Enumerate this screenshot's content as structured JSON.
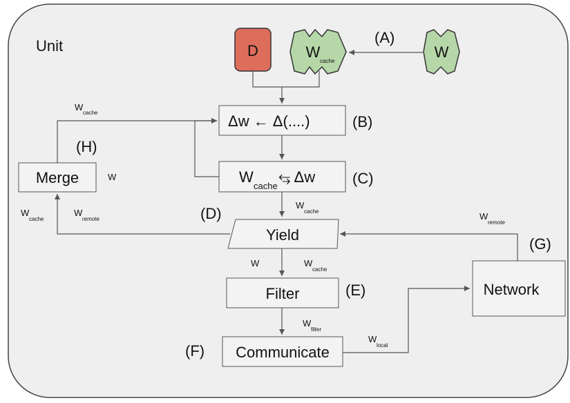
{
  "unit_title": "Unit",
  "nodes": {
    "d": "D",
    "w_cache_main": "W",
    "w_cache_main_sub": "cache",
    "w_external": "W",
    "compute": "Δw ← Δ(....)",
    "update_main": "W",
    "update_sub": "cache",
    "update_rest": " ⥃ Δw",
    "merge": "Merge",
    "yield": "Yield",
    "filter": "Filter",
    "communicate": "Communicate",
    "network": "Network"
  },
  "step_labels": {
    "a": "(A)",
    "b": "(B)",
    "c": "(C)",
    "d": "(D)",
    "e": "(E)",
    "f": "(F)",
    "g": "(G)",
    "h": "(H)"
  },
  "edge_labels": {
    "wcache_top_main": "W",
    "wcache_top_sub": "cache",
    "merge_w": "W",
    "wcache_left_main": "W",
    "wcache_left_sub": "cache",
    "wremote_left_main": "W",
    "wremote_left_sub": "remote",
    "wcache_yield_main": "W",
    "wcache_yield_sub": "cache",
    "w_filter_in": "W",
    "wcache_filter_main": "W",
    "wcache_filter_sub": "cache",
    "wfilter_main": "W",
    "wfilter_sub": "filter",
    "wlocal_main": "W",
    "wlocal_sub": "local",
    "wremote_right_main": "W",
    "wremote_right_sub": "remote"
  },
  "colors": {
    "d_fill": "#dd6e5c",
    "w_fill": "#b6d7a8",
    "unit_bg": "#efefef"
  }
}
